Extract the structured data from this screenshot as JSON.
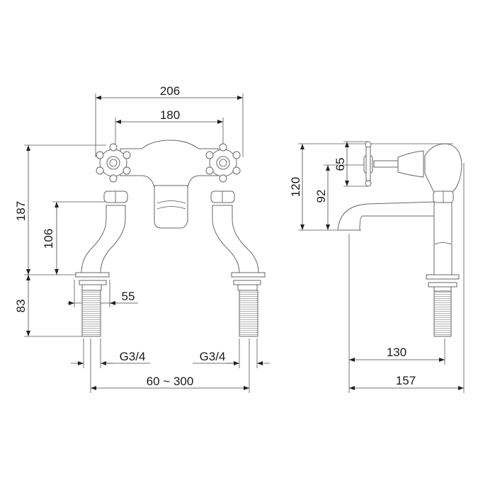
{
  "drawing": {
    "front_view": {
      "overall_width": "206",
      "handle_centers": "180",
      "overall_height": "187",
      "pipe_height": "106",
      "shank_length": "83",
      "shank_width": "55",
      "thread_left": "G3/4",
      "thread_right": "G3/4",
      "center_range": "60 ~ 300"
    },
    "side_view": {
      "handle_height": "65",
      "total_height": "120",
      "spout_height": "92",
      "spout_reach": "130",
      "overall_depth": "157"
    }
  }
}
